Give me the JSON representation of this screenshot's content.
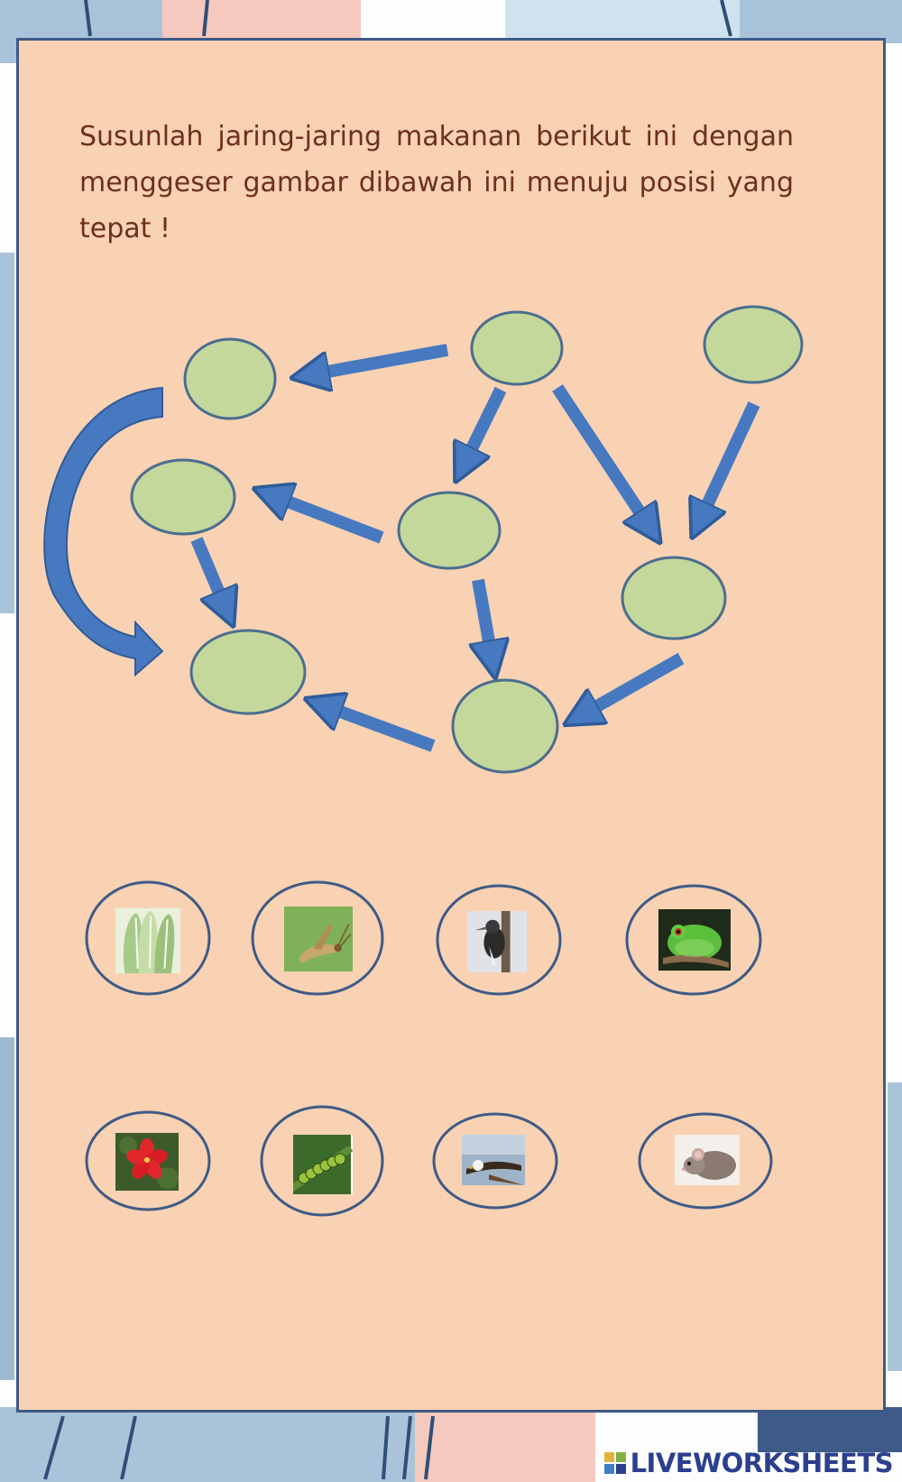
{
  "instruction": "Susunlah jaring-jaring makanan berikut ini dengan menggeser gambar dibawah ini menuju posisi yang tepat !",
  "brand": {
    "name": "LIVEWORKSHEETS",
    "logo_icon": "liveworksheets-logo-icon"
  },
  "colors": {
    "card": "#f8d2b3",
    "card_border": "#3e5a86",
    "node_fill": "#c5d89b",
    "node_stroke": "#4b6d8f",
    "arrow": "#4679c0",
    "arrow_stroke": "#2f5b9a",
    "text": "#6e2f1f"
  },
  "food_web": {
    "nodes": [
      "empty-slot",
      "empty-slot",
      "empty-slot",
      "empty-slot",
      "empty-slot",
      "empty-slot",
      "empty-slot",
      "empty-slot",
      "empty-slot"
    ],
    "arrows": [
      [
        1,
        0
      ],
      [
        1,
        4
      ],
      [
        1,
        5
      ],
      [
        2,
        5
      ],
      [
        4,
        3
      ],
      [
        4,
        7
      ],
      [
        3,
        6
      ],
      [
        0,
        6
      ],
      [
        5,
        7
      ],
      [
        7,
        6
      ]
    ]
  },
  "draggables": [
    {
      "name": "cabbage-image",
      "icon": "cabbage"
    },
    {
      "name": "grasshopper-image",
      "icon": "grasshopper"
    },
    {
      "name": "woodpecker-image",
      "icon": "woodpecker"
    },
    {
      "name": "frog-image",
      "icon": "frog"
    },
    {
      "name": "hibiscus-image",
      "icon": "hibiscus"
    },
    {
      "name": "caterpillar-image",
      "icon": "caterpillar"
    },
    {
      "name": "eagle-image",
      "icon": "eagle"
    },
    {
      "name": "mouse-image",
      "icon": "mouse"
    }
  ]
}
